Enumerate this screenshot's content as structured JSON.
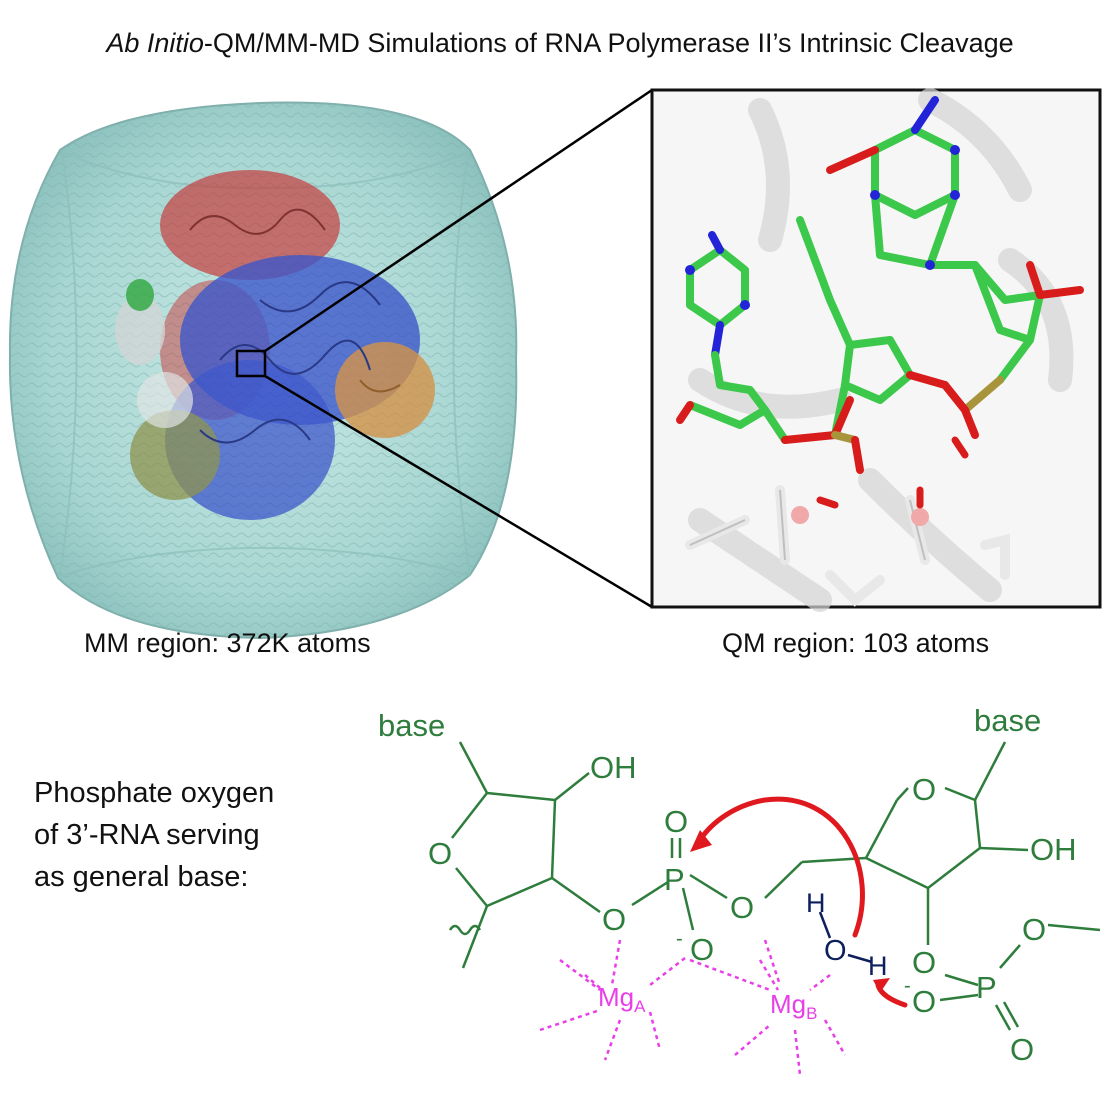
{
  "title": {
    "italic_part": "Ab Initio",
    "rest": "-QM/MM-MD Simulations of RNA Polymerase II’s Intrinsic Cleavage"
  },
  "panels": {
    "mm_caption": "MM region: 372K atoms",
    "qm_caption": "QM region: 103 atoms"
  },
  "mechanism": {
    "description_lines": [
      "Phosphate oxygen",
      "of 3’-RNA serving",
      "as general base:"
    ],
    "labels": {
      "base_left": "base",
      "base_right": "base",
      "oh_top": "OH",
      "oh_right": "OH",
      "o_ring": "O",
      "o_ring_right": "O",
      "p": "P",
      "o": "O",
      "h": "H",
      "minus": "-",
      "mg_a": "Mg",
      "mg_a_sub": "A",
      "mg_b": "Mg",
      "mg_b_sub": "B"
    }
  },
  "colors": {
    "water_box": "#a9d7d4",
    "chem_green": "#2e7d3c",
    "mg_magenta": "#e83fe8",
    "arrow_red": "#e0191f",
    "water_navy": "#0d1f5c",
    "carbon_green": "#3cc84a",
    "oxygen_red": "#d81c1c",
    "nitrogen_blue": "#2323d8",
    "phosphorus_tan": "#a8943a"
  }
}
